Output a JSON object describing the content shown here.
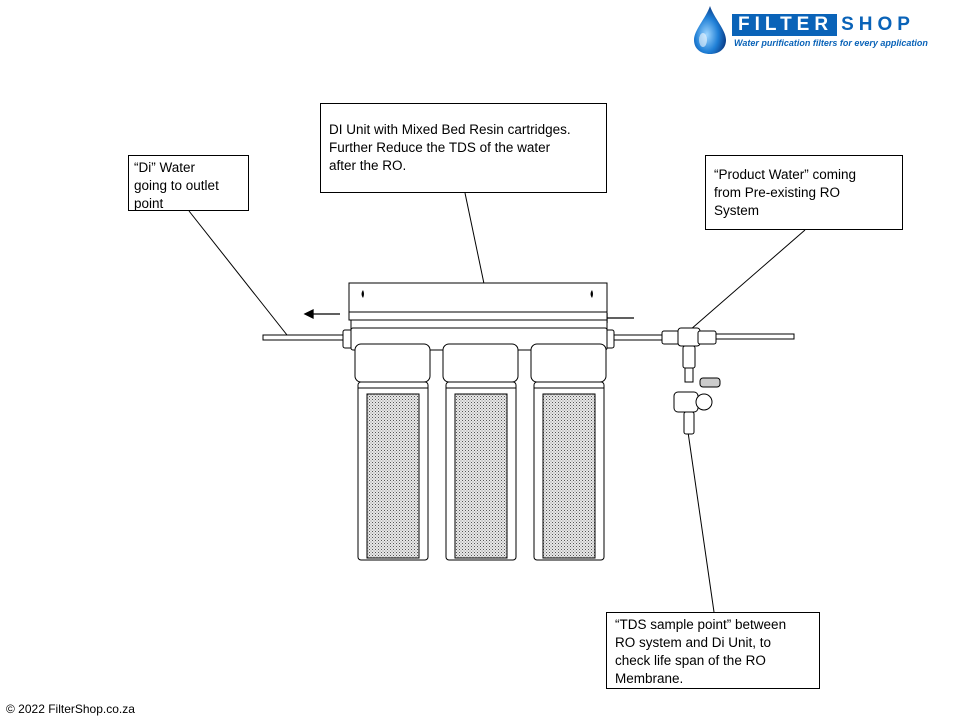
{
  "logo": {
    "word_filter": "FILTER",
    "word_shop": "SHOP",
    "tagline": "Water purification filters for every application",
    "brand_color": "#0a63b8"
  },
  "callouts": {
    "di_water": [
      "“Di” Water",
      "going to outlet",
      "point"
    ],
    "di_unit": [
      "DI Unit with Mixed  Bed Resin cartridges.",
      "Further Reduce the TDS of the water",
      "after the RO."
    ],
    "product_water": [
      "“Product Water” coming",
      "from Pre-existing RO",
      "System"
    ],
    "tds_sample": [
      "“TDS sample point” between",
      "RO system and Di Unit, to",
      "check life span of the RO",
      "Membrane."
    ]
  },
  "footer": "© 2022 FilterShop.co.za",
  "icons": [
    "water-drop-icon",
    "flow-arrow-left-icon",
    "sample-valve-icon"
  ]
}
